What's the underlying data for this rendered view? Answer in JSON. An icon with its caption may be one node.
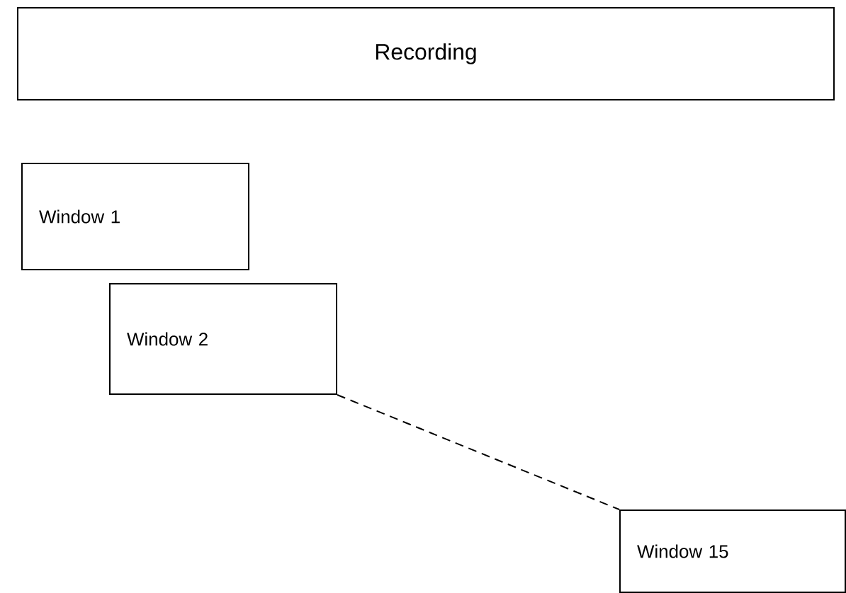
{
  "diagram": {
    "nodes": [
      {
        "text": [
          "Recording"
        ]
      },
      {
        "text": [
          "Window 1"
        ]
      },
      {
        "text": [
          "Window 2"
        ]
      },
      {
        "text": [
          "Window 15"
        ]
      }
    ],
    "edges": [
      {
        "from": 2,
        "to": 3,
        "arrow": "none",
        "style": "dashed"
      }
    ]
  }
}
